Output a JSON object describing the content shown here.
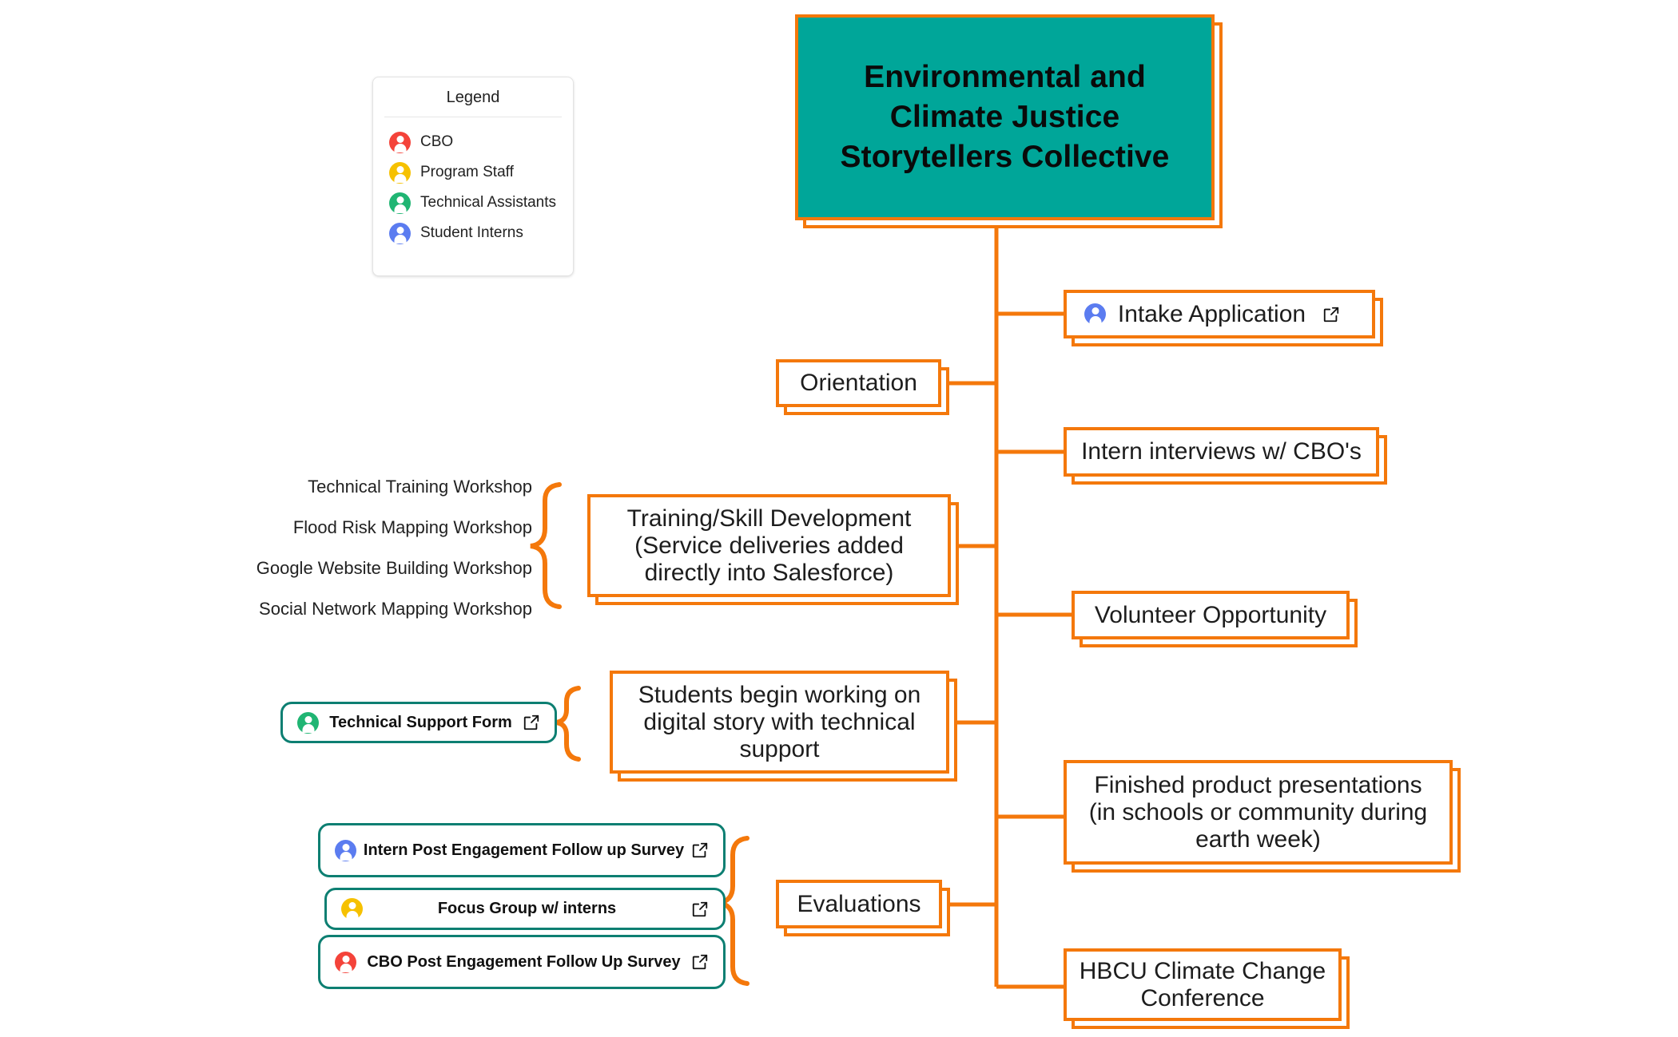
{
  "diagram": {
    "root": {
      "label": "Environmental and Climate Justice Storytellers Collective",
      "fill": "#00A699",
      "border": "#F4780B"
    },
    "theme": {
      "branch_color": "#F4780B",
      "form_border": "#0D7F72",
      "text_color": "#1b1b1b"
    },
    "legend": {
      "title": "Legend",
      "items": [
        {
          "label": "CBO",
          "color": "#F4433A",
          "icon": "person-circle-icon",
          "role_key": "cbo"
        },
        {
          "label": "Program Staff",
          "color": "#F6C100",
          "icon": "person-circle-icon",
          "role_key": "program-staff"
        },
        {
          "label": "Technical Assistants",
          "color": "#20B573",
          "icon": "person-circle-icon",
          "role_key": "technical-assistants"
        },
        {
          "label": "Student Interns",
          "color": "#5B7CF0",
          "icon": "person-circle-icon",
          "role_key": "student-interns"
        }
      ]
    },
    "branches": {
      "intake": {
        "label": "Intake Application",
        "role": "student-interns",
        "has_link": true,
        "link_icon": "external-link-icon"
      },
      "orientation": {
        "label": "Orientation"
      },
      "interviews": {
        "label": "Intern interviews w/ CBO's"
      },
      "training": {
        "title": "Training/Skill Development",
        "subtitle": "(Service deliveries added directly into Salesforce)"
      },
      "volunteer": {
        "label": "Volunteer Opportunity"
      },
      "students_work": {
        "label": "Students begin working on digital story with technical support"
      },
      "finished": {
        "label": "Finished product presentations (in schools or community during earth week)"
      },
      "evaluations": {
        "label": "Evaluations"
      },
      "hbcu": {
        "label": "HBCU Climate Change Conference"
      }
    },
    "training_workshops": [
      {
        "label": "Technical Training Workshop"
      },
      {
        "label": "Flood Risk Mapping Workshop"
      },
      {
        "label": "Google Website Building Workshop"
      },
      {
        "label": "Social Network Mapping Workshop"
      }
    ],
    "support_forms": [
      {
        "label": "Technical Support Form",
        "role": "technical-assistants",
        "color": "#20B573",
        "has_link": true,
        "link_icon": "external-link-icon"
      }
    ],
    "evaluation_forms": [
      {
        "label": "Intern Post Engagement Follow up Survey",
        "role": "student-interns",
        "color": "#5B7CF0",
        "has_link": true,
        "link_icon": "external-link-icon"
      },
      {
        "label": "Focus Group w/ interns",
        "role": "program-staff",
        "color": "#F6C100",
        "has_link": true,
        "link_icon": "external-link-icon"
      },
      {
        "label": "CBO Post Engagement Follow Up Survey",
        "role": "cbo",
        "color": "#F4433A",
        "has_link": true,
        "link_icon": "external-link-icon"
      }
    ]
  }
}
